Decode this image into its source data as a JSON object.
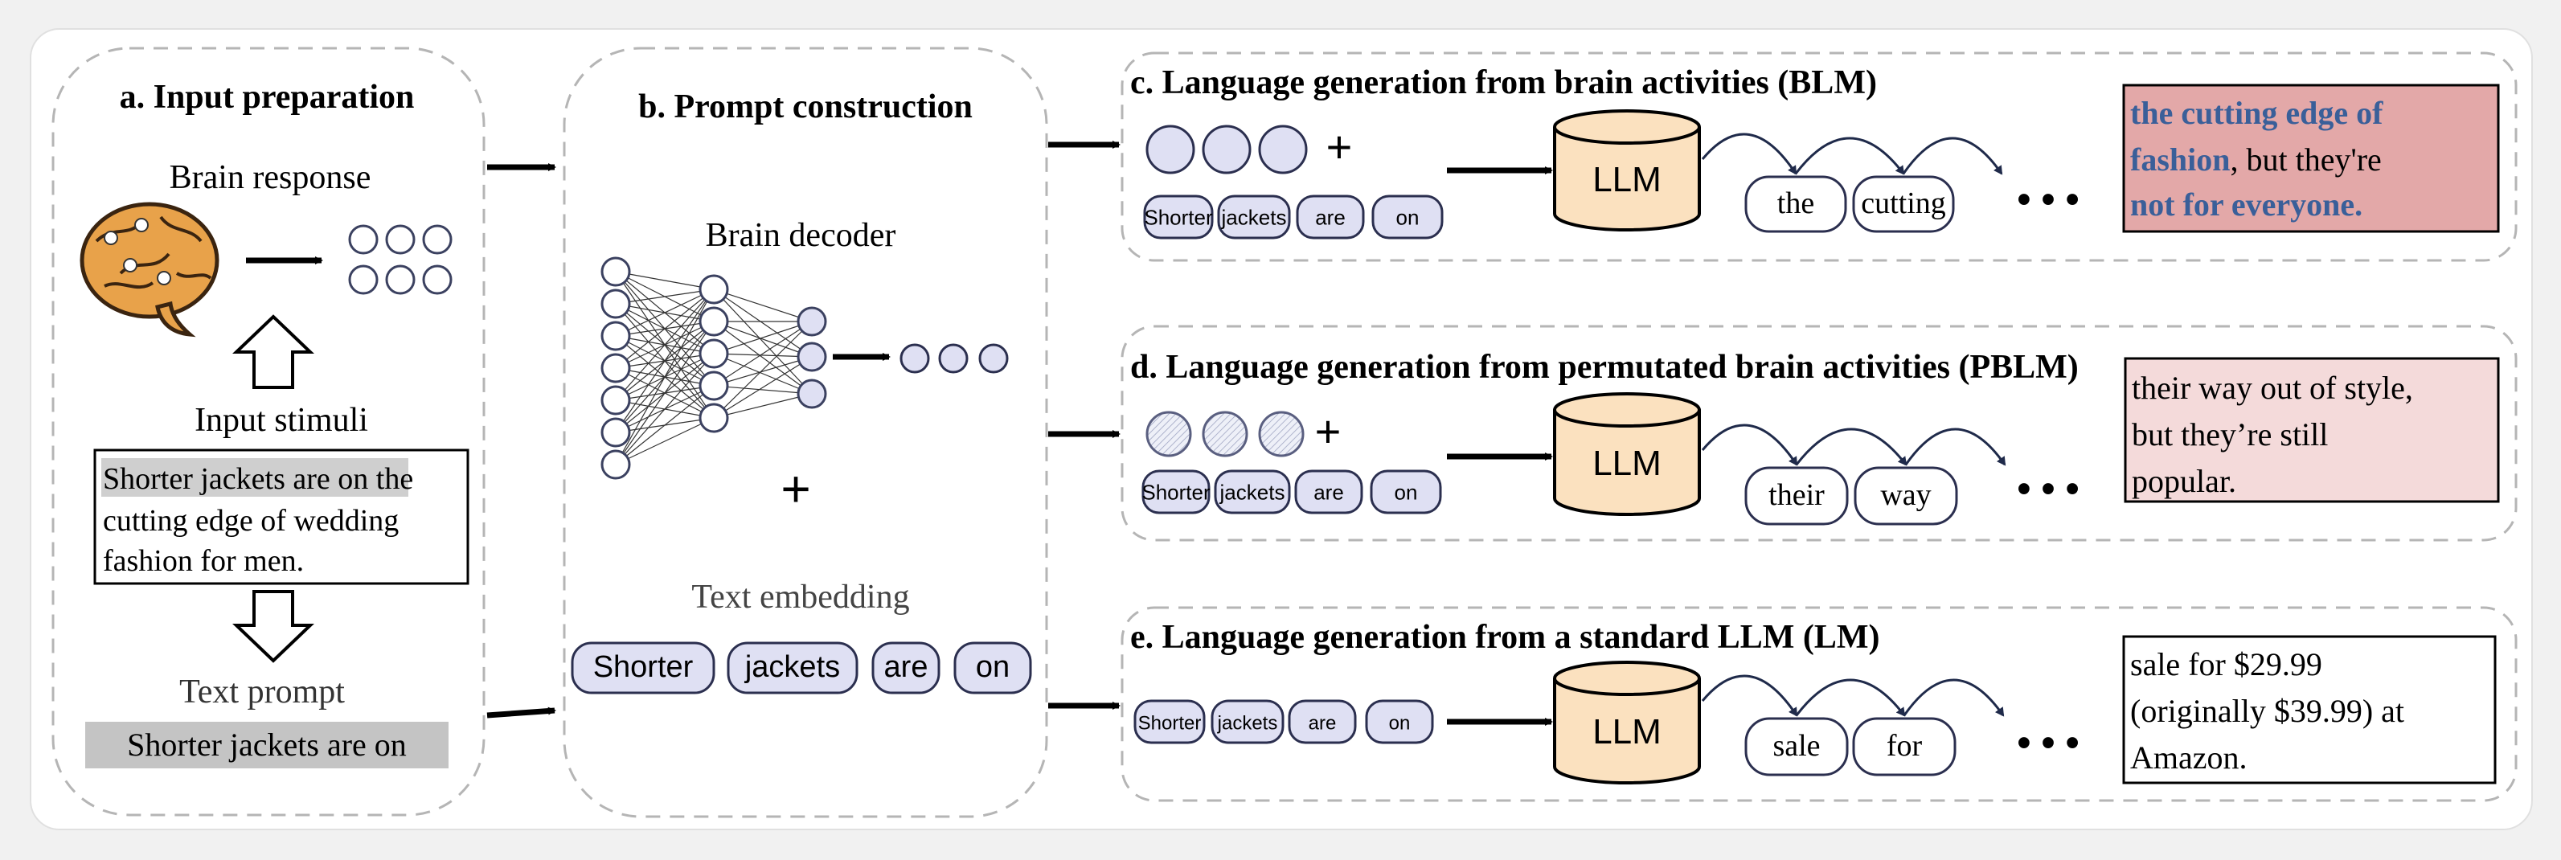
{
  "panel_a": {
    "title": "a. Input preparation",
    "brain_response": "Brain response",
    "input_stimuli": "Input stimuli",
    "stimulus_highlight": "Shorter jackets are on",
    "stimulus_rest_1": " the",
    "stimulus_line_2": "cutting edge of wedding",
    "stimulus_line_3": "fashion for men.",
    "text_prompt": "Text prompt",
    "text_prompt_value": "Shorter jackets are on"
  },
  "panel_b": {
    "title": "b. Prompt construction",
    "brain_decoder": "Brain decoder",
    "plus": "+",
    "text_embedding": "Text embedding",
    "tokens": [
      "Shorter",
      "jackets",
      "are",
      "on"
    ]
  },
  "panel_c": {
    "title": "c. Language generation from brain activities (BLM)",
    "plus": "+",
    "tokens": [
      "Shorter",
      "jackets",
      "are",
      "on"
    ],
    "llm": "LLM",
    "outputs": [
      "the",
      "cutting"
    ],
    "ellipsis": "• • •",
    "result": {
      "line1": "the cutting edge of",
      "line2_bold": "fashion",
      "line2_rest": ", but they're",
      "line3": "not for everyone."
    },
    "result_bg": "#e3a8a8",
    "highlight_color": "#3a5f99"
  },
  "panel_d": {
    "title": "d. Language generation from permutated brain activities (PBLM)",
    "plus": "+",
    "tokens": [
      "Shorter",
      "jackets",
      "are",
      "on"
    ],
    "llm": "LLM",
    "outputs": [
      "their",
      "way"
    ],
    "ellipsis": "• • •",
    "result": {
      "line1": "their way out of style,",
      "line2": "but they’re still",
      "line3": "popular."
    },
    "result_bg": "#f4dada"
  },
  "panel_e": {
    "title": "e. Language generation from a standard LLM (LM)",
    "tokens": [
      "Shorter",
      "jackets",
      "are",
      "on"
    ],
    "llm": "LLM",
    "outputs": [
      "sale",
      "for"
    ],
    "ellipsis": "• • •",
    "result": {
      "line1": "sale for $29.99",
      "line2": "(originally $39.99) at",
      "line3": "Amazon."
    }
  },
  "colors": {
    "token_fill": "#dfe0f3",
    "token_stroke": "#2b2f4f",
    "llm_fill": "#fbe1bf",
    "frame_dash": "#b5b5b5",
    "arc": "#1f2a4a"
  }
}
